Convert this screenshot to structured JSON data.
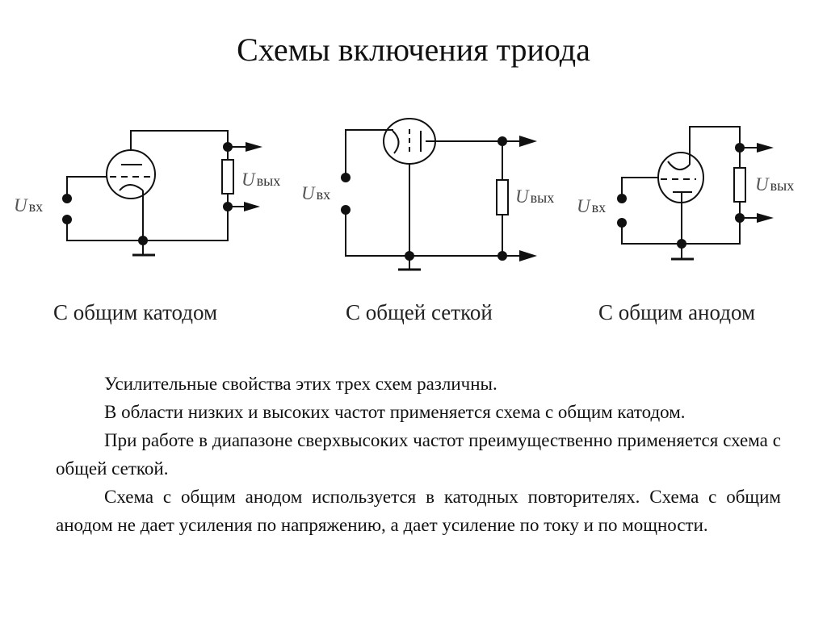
{
  "title": "Схемы включения триода",
  "circuits": [
    {
      "id": "common-cathode",
      "caption": "С общим катодом",
      "input_label": {
        "symbol": "U",
        "subscript": "вх"
      },
      "output_label": {
        "symbol": "U",
        "subscript": "вых"
      }
    },
    {
      "id": "common-grid",
      "caption": "С общей сеткой",
      "input_label": {
        "symbol": "U",
        "subscript": "вх"
      },
      "output_label": {
        "symbol": "U",
        "subscript": "вых"
      }
    },
    {
      "id": "common-anode",
      "caption": "С общим анодом",
      "input_label": {
        "symbol": "U",
        "subscript": "вх"
      },
      "output_label": {
        "symbol": "U",
        "subscript": "вых"
      }
    }
  ],
  "paragraphs": [
    "Усилительные свойства этих трех схем различны.",
    "В области низких и высоких частот применяется схема с общим катодом.",
    "При работе в диапазоне сверхвысоких частот преимущественно применяется схема с общей сеткой.",
    "Схема с общим анодом используется в катодных повторителях. Схема с общим анодом не дает усиления по напряжению, а дает усиление по току и по мощности."
  ],
  "colors": {
    "ink": "#111111",
    "background": "#ffffff"
  }
}
